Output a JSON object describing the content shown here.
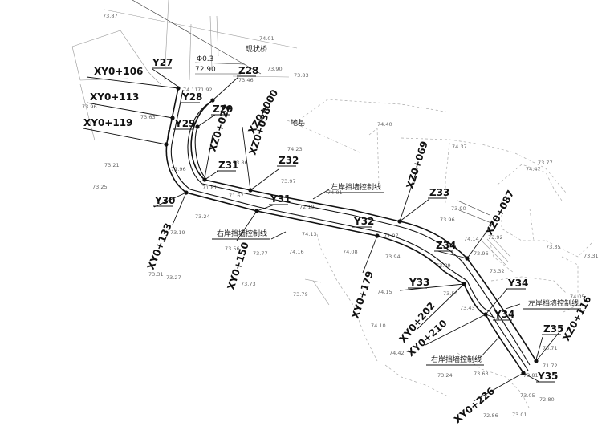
{
  "labels": {
    "Y27": "Y27",
    "Y28": "Y28",
    "Y29": "Y29",
    "Y30": "Y30",
    "Y31": "Y31",
    "Y32": "Y32",
    "Y33": "Y33",
    "Y34a": "Y34",
    "Y34b": "Y34",
    "Y35": "Y35",
    "Z28": "Z28",
    "Z29": "Z29",
    "Z31": "Z31",
    "Z32": "Z32",
    "Z33": "Z33",
    "Z34": "Z34",
    "Z35": "Z35"
  },
  "stations": {
    "XY0_106": "XY0+106",
    "XY0_113": "XY0+113",
    "XY0_119": "XY0+119",
    "XY0_133": "XY0+133",
    "XY0_150": "XY0+150",
    "XY0_179": "XY0+179",
    "XY0_202": "XY0+202",
    "XY0_210": "XY0+210",
    "XY0_226": "XY0+226",
    "XZ0_022": "XZ0+022",
    "XZ0_038": "XZ0+038",
    "XZ0_000": "XZ0+000",
    "XZ0_069": "XZ0+069",
    "XZ0_087": "XZ0+087",
    "XZ0_116": "XZ0+116"
  },
  "notes": {
    "bridge": "现状桥",
    "left_wall_1": "左岸挡墙控制线",
    "left_wall_2": "左岸挡墙控制线",
    "right_wall_1": "右岸挡墙控制线",
    "right_wall_2": "右岸挡墙控制线",
    "pipe": "Φ0.3",
    "pipe_elev": "72.90",
    "field": "地基"
  },
  "elevations": [
    "73.87",
    "74.01",
    "73.90",
    "73.83",
    "73.46",
    "74.11",
    "73.96",
    "73.63",
    "73.21",
    "73.25",
    "74.40",
    "74.37",
    "73.77",
    "74.47",
    "74.23",
    "73.97",
    "73.86",
    "74.01",
    "72.19",
    "71.81",
    "71.67",
    "71.96",
    "73.24",
    "73.19",
    "73.27",
    "73.31",
    "73.56",
    "73.77",
    "74.13",
    "74.16",
    "74.08",
    "73.94",
    "73.79",
    "73.73",
    "73.96",
    "73.90",
    "73.92",
    "73.35",
    "73.31",
    "72.80",
    "72.86",
    "73.01",
    "73.05",
    "73.63",
    "73.24",
    "74.42",
    "74.15",
    "74.10",
    "73.43",
    "73.89",
    "71.92",
    "71.97",
    "74.14",
    "72.96",
    "73.32",
    "74.05",
    "73.81",
    "71.72",
    "73.54",
    "73.71"
  ]
}
